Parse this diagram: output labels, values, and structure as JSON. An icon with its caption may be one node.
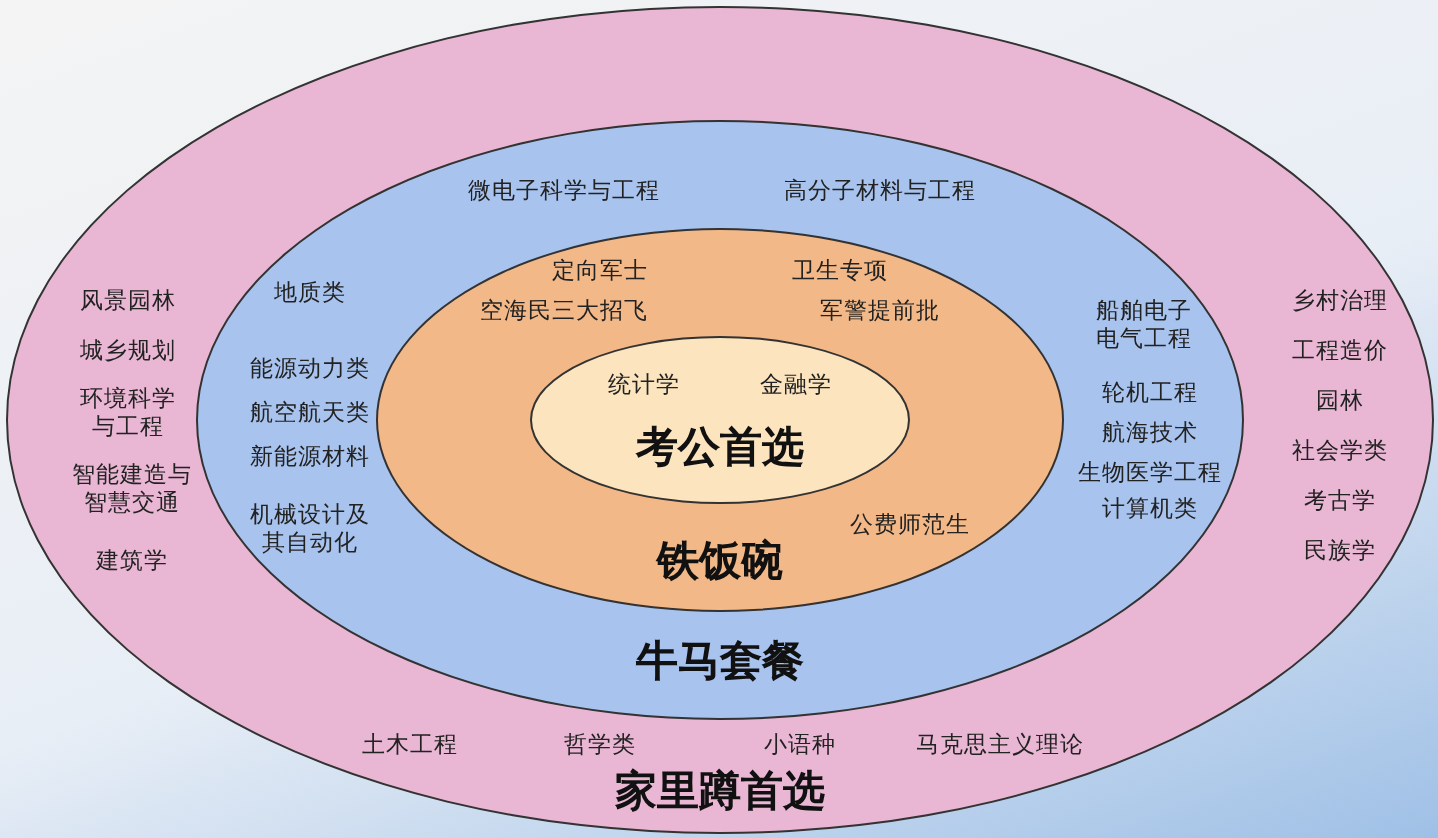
{
  "diagram": {
    "nodes": [
      {
        "text": [
          "风景园林",
          "乡村治理",
          "城乡规划",
          "工程造价",
          "园林",
          "环境科学与工程",
          "社会学类",
          "智能建造与智慧交通",
          "考古学",
          "民族学",
          "建筑学",
          "土木工程",
          "哲学类",
          "小语种",
          "马克思主义理论",
          "家里蹲首选"
        ]
      },
      {
        "text": [
          "微电子科学与工程",
          "高分子材料与工程",
          "地质类",
          "船舶电子电气工程",
          "能源动力类",
          "轮机工程",
          "航空航天类",
          "航海技术",
          "新能源材料",
          "生物医学工程",
          "计算机类",
          "机械设计及其自动化",
          "牛马套餐"
        ],
        "in": 0
      },
      {
        "text": [
          "定向军士",
          "卫生专项",
          "空海民三大招飞",
          "军警提前批",
          "公费师范生",
          "铁饭碗"
        ],
        "in": 1
      },
      {
        "text": [
          "统计学",
          "金融学",
          "考公首选"
        ],
        "in": 2
      }
    ]
  }
}
